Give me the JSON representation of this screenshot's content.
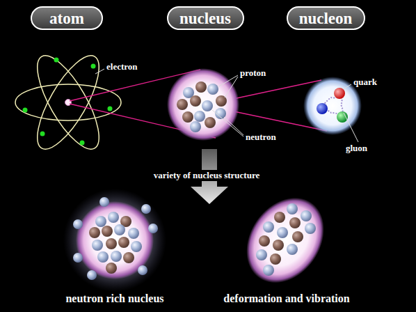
{
  "diagram": {
    "nodes": [
      {
        "text": [
          "atom"
        ]
      },
      {
        "text": [
          "nucleus"
        ]
      },
      {
        "text": [
          "nucleon"
        ]
      }
    ],
    "labels": [
      "electron",
      "proton",
      "neutron",
      "quark",
      "gluon",
      "variety of nucleus structure",
      "neutron rich nucleus",
      "deformation and vibration"
    ]
  }
}
